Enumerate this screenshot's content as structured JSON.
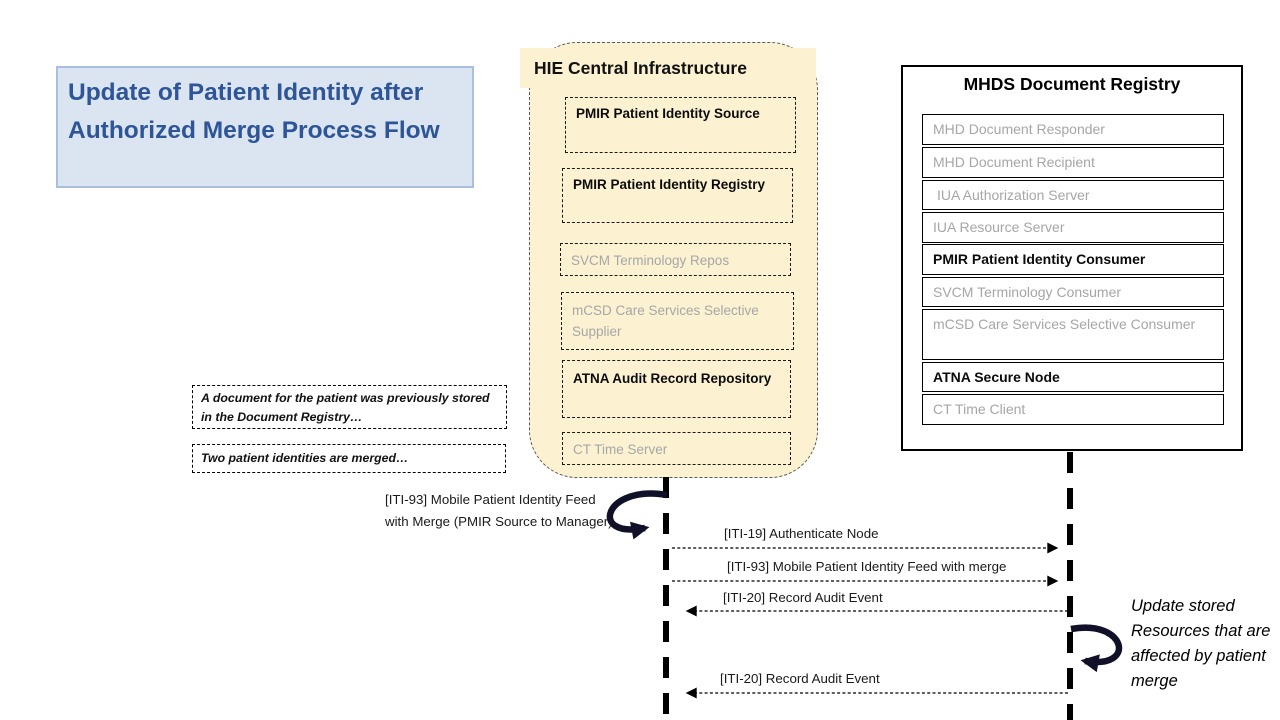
{
  "colors": {
    "title_box_bg": "#dbe5f1",
    "title_box_border": "#aabede",
    "title_text": "#2e5597",
    "hie_panel_bg": "#fcf2d2",
    "muted_actor_text": "#a6a6a6",
    "line_color": "#000000"
  },
  "title_box": {
    "text": "Update of Patient Identity after Authorized Merge Process Flow"
  },
  "hie": {
    "title": "HIE Central Infrastructure",
    "items": [
      {
        "label": "PMIR Patient Identity Source",
        "emphasis": "bold"
      },
      {
        "label": "PMIR Patient Identity Registry",
        "emphasis": "bold"
      },
      {
        "label": "SVCM Terminology Repos",
        "emphasis": "gray"
      },
      {
        "label": "mCSD Care Services Selective Supplier",
        "emphasis": "gray"
      },
      {
        "label": "ATNA Audit Record Repository",
        "emphasis": "bold"
      },
      {
        "label": "CT Time Server",
        "emphasis": "gray"
      }
    ]
  },
  "mhds": {
    "title": "MHDS Document Registry",
    "items": [
      {
        "label": "MHD Document Responder",
        "emphasis": "gray"
      },
      {
        "label": "MHD Document Recipient",
        "emphasis": "gray"
      },
      {
        "label": "IUA Authorization Server",
        "emphasis": "gray"
      },
      {
        "label": "IUA Resource Server",
        "emphasis": "gray"
      },
      {
        "label": "PMIR Patient Identity Consumer",
        "emphasis": "bold"
      },
      {
        "label": "SVCM Terminology Consumer",
        "emphasis": "gray"
      },
      {
        "label": "mCSD Care Services Selective Consumer",
        "emphasis": "gray"
      },
      {
        "label": "ATNA Secure Node",
        "emphasis": "bold"
      },
      {
        "label": "CT Time Client",
        "emphasis": "gray"
      }
    ]
  },
  "notes": {
    "note1": "A document for the patient was previously stored in the Document Registry…",
    "note2": "Two patient identities are merged…"
  },
  "messages": {
    "self_hie": "[ITI-93] Mobile Patient Identity Feed with Merge (PMIR Source to Manager)",
    "iti19": "[ITI-19] Authenticate Node",
    "iti93": "[ITI-93] Mobile Patient Identity Feed with merge",
    "iti20_first": "[ITI-20] Record Audit Event",
    "iti20_second": "[ITI-20] Record Audit Event",
    "self_mhds": "Update stored Resources that are affected by patient merge"
  }
}
